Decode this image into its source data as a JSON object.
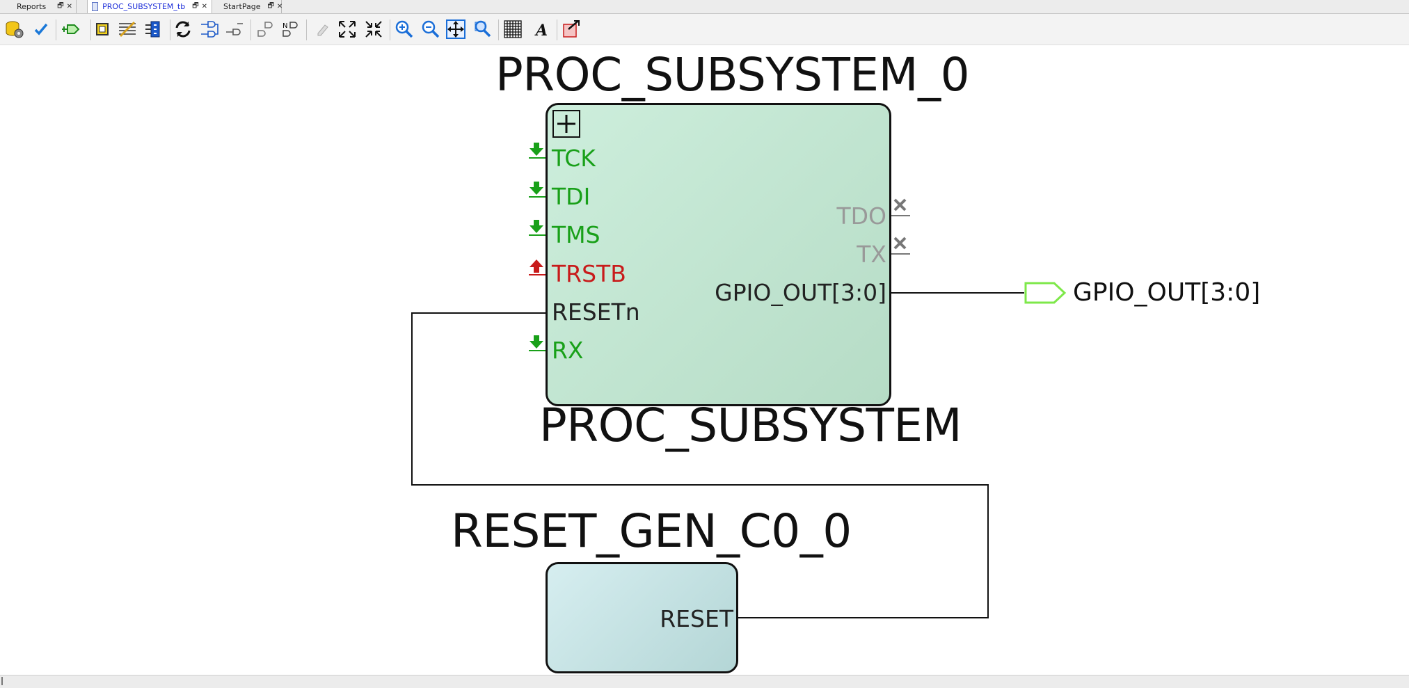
{
  "tabs": [
    {
      "label": "Reports",
      "active": false
    },
    {
      "label": "PROC_SUBSYSTEM_tb",
      "active": true
    },
    {
      "label": "StartPage",
      "active": false
    }
  ],
  "toolbar": [
    "database-gear-icon",
    "check-icon",
    "add-port-icon",
    "component-icon",
    "memory-map-icon",
    "bus-interface-icon",
    "refresh-icon",
    "connect-icon",
    "disconnect-icon",
    "promote-icon",
    "net-icon",
    "eraser-icon",
    "expand-all-icon",
    "collapse-all-icon",
    "zoom-in-icon",
    "zoom-out-icon",
    "zoom-fit-icon",
    "zoom-selection-icon",
    "grid-icon",
    "text-icon",
    "export-icon"
  ],
  "colors": {
    "input_pin": "#19a019",
    "inverted_pin": "#c81b1b",
    "unconnected_pin": "#999999",
    "output_port": "#7ee84a",
    "proc_block": "#c3e6d1",
    "reset_block": "#c7e4e6"
  },
  "diagram": {
    "proc": {
      "instance_name": "PROC_SUBSYSTEM_0",
      "type_name": "PROC_SUBSYSTEM",
      "inputs": [
        {
          "name": "TCK",
          "kind": "tied-low"
        },
        {
          "name": "TDI",
          "kind": "tied-low"
        },
        {
          "name": "TMS",
          "kind": "tied-low"
        },
        {
          "name": "TRSTB",
          "kind": "tied-high"
        },
        {
          "name": "RESETn",
          "kind": "connected"
        },
        {
          "name": "RX",
          "kind": "tied-low"
        }
      ],
      "outputs": [
        {
          "name": "TDO",
          "kind": "unconnected"
        },
        {
          "name": "TX",
          "kind": "unconnected"
        },
        {
          "name": "GPIO_OUT[3:0]",
          "kind": "connected"
        }
      ]
    },
    "reset": {
      "instance_name": "RESET_GEN_C0_0",
      "outputs": [
        {
          "name": "RESET",
          "kind": "connected"
        }
      ]
    },
    "top_port": {
      "name": "GPIO_OUT[3:0]"
    }
  }
}
